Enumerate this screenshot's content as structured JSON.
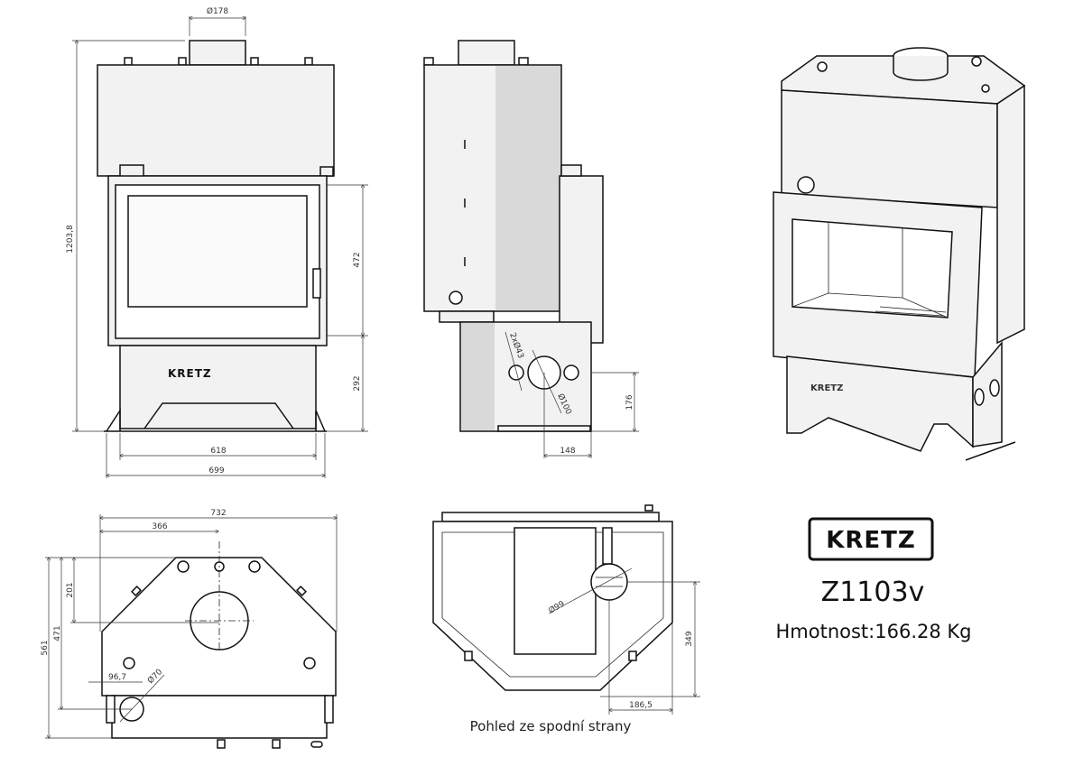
{
  "brand": "KRETZ",
  "model": "Z1103v",
  "weight_label": "Hmotnost:166.28 Kg",
  "bottom_view_caption": "Pohled ze spodní strany",
  "front_view": {
    "flue_diameter": "Ø178",
    "total_height": "1203,8",
    "door_height": "472",
    "base_height": "292",
    "base_width": "618",
    "total_width": "699",
    "logo": "KRETZ"
  },
  "side_view": {
    "inlet_holes": "2xØ43",
    "air_inlet_diameter": "Ø100",
    "inlet_height": "176",
    "inlet_offset": "148"
  },
  "top_view": {
    "total_width": "732",
    "flue_offset": "366",
    "flue_depth": "201",
    "pipe_depth": "471",
    "total_depth": "561",
    "pipe_offset": "96,7",
    "pipe_diameter": "Ø70"
  },
  "bottom_view": {
    "inlet_diameter": "Ø99",
    "inlet_depth": "349",
    "inlet_offset": "186,5"
  }
}
